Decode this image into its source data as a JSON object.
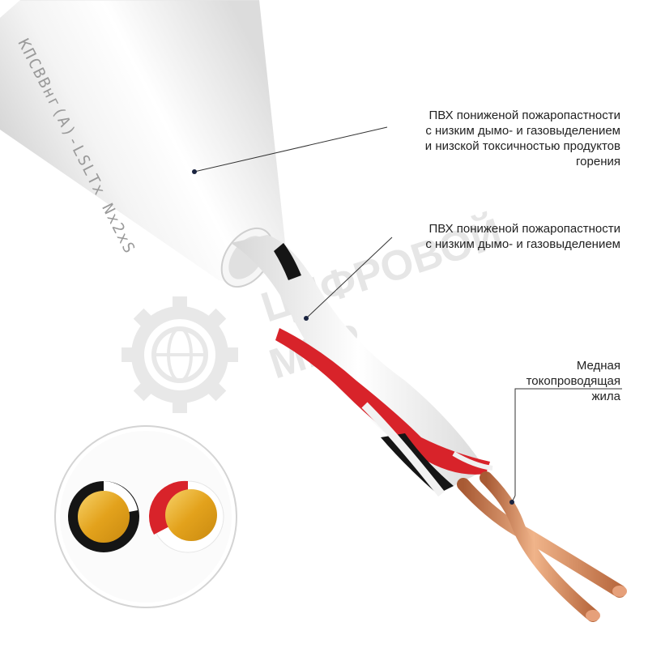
{
  "cable_marking": "КПСВВнг(А)-LSLTx Nx2xS",
  "watermark": {
    "line1": "ЦИФРОВОЙ",
    "line2": "МИР"
  },
  "callouts": {
    "outer_sheath": {
      "lines": [
        "ПВХ пониженой пожаропастности",
        "с низким дымо- и газовыделением",
        "и низской токсичностью продуктов",
        "горения"
      ]
    },
    "inner_insulation": {
      "lines": [
        "ПВХ пониженой пожаропастности",
        "с низким дымо- и газовыделением"
      ]
    },
    "copper_conductor": {
      "lines": [
        "Медная",
        "токопроводящая",
        "жила"
      ]
    }
  },
  "colors": {
    "sheath": "#ececec",
    "sheath_shadow": "#d2d2d2",
    "core_red": "#d8232a",
    "core_black": "#151515",
    "copper": "#c87850",
    "copper_light": "#eaa87e",
    "gold": "#e8b020",
    "watermark": "#d9d9d9",
    "leader_line": "#333333",
    "dot": "#1a2440"
  },
  "icons": {
    "watermark_logo": "gear-globe-icon"
  }
}
